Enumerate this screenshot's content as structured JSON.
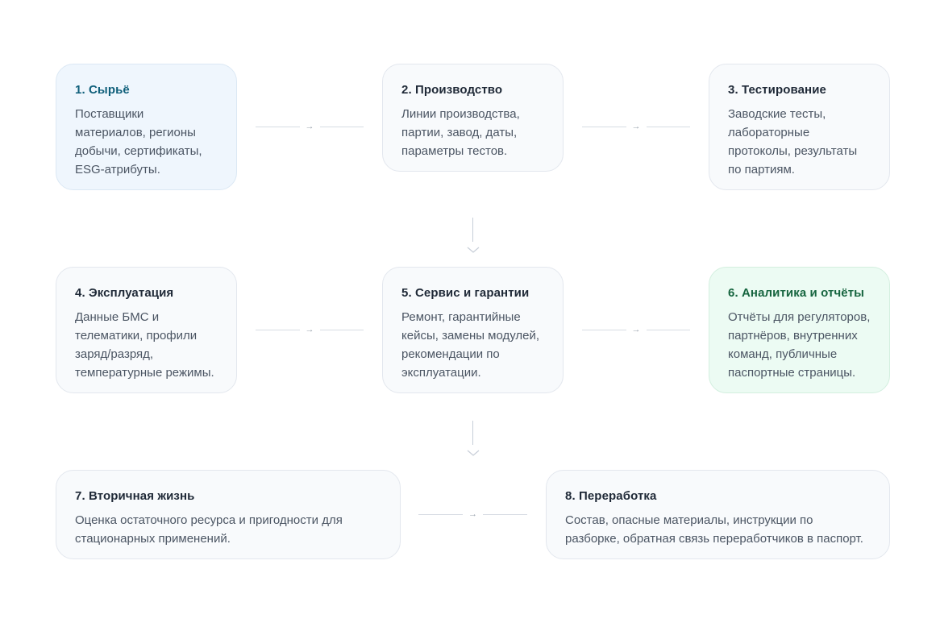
{
  "steps": [
    {
      "title": "1. Сырьё",
      "text": "Поставщики материалов, регионы добычи, сертификаты, ESG-атрибуты."
    },
    {
      "title": "2. Производство",
      "text": "Линии производства, партии, завод, даты, параметры тестов."
    },
    {
      "title": "3. Тестирование",
      "text": "Заводские тесты, лабораторные протоколы, результаты по партиям."
    },
    {
      "title": "4. Эксплуатация",
      "text": "Данные БМС и телематики, профили заряд/разряд, температурные режимы."
    },
    {
      "title": "5. Сервис и гарантии",
      "text": "Ремонт, гарантийные кейсы, замены модулей, рекомендации по эксплуатации."
    },
    {
      "title": "6. Аналитика и отчёты",
      "text": "Отчёты для регуляторов, партнёров, внутренних команд, публичные паспортные страницы."
    },
    {
      "title": "7. Вторичная жизнь",
      "text": "Оценка остаточного ресурса и пригодности для стационарных применений."
    },
    {
      "title": "8. Переработка",
      "text": "Состав, опасные материалы, инструкции по разборке, обратная связь переработчиков в паспорт."
    }
  ],
  "arrow_glyph": "→",
  "colors": {
    "accent_blue": "#0f5f7a",
    "accent_green": "#16653f",
    "card_bg": "#f8fafc",
    "card_blue_bg": "#eff6fd",
    "card_green_bg": "#ecfbf3"
  }
}
